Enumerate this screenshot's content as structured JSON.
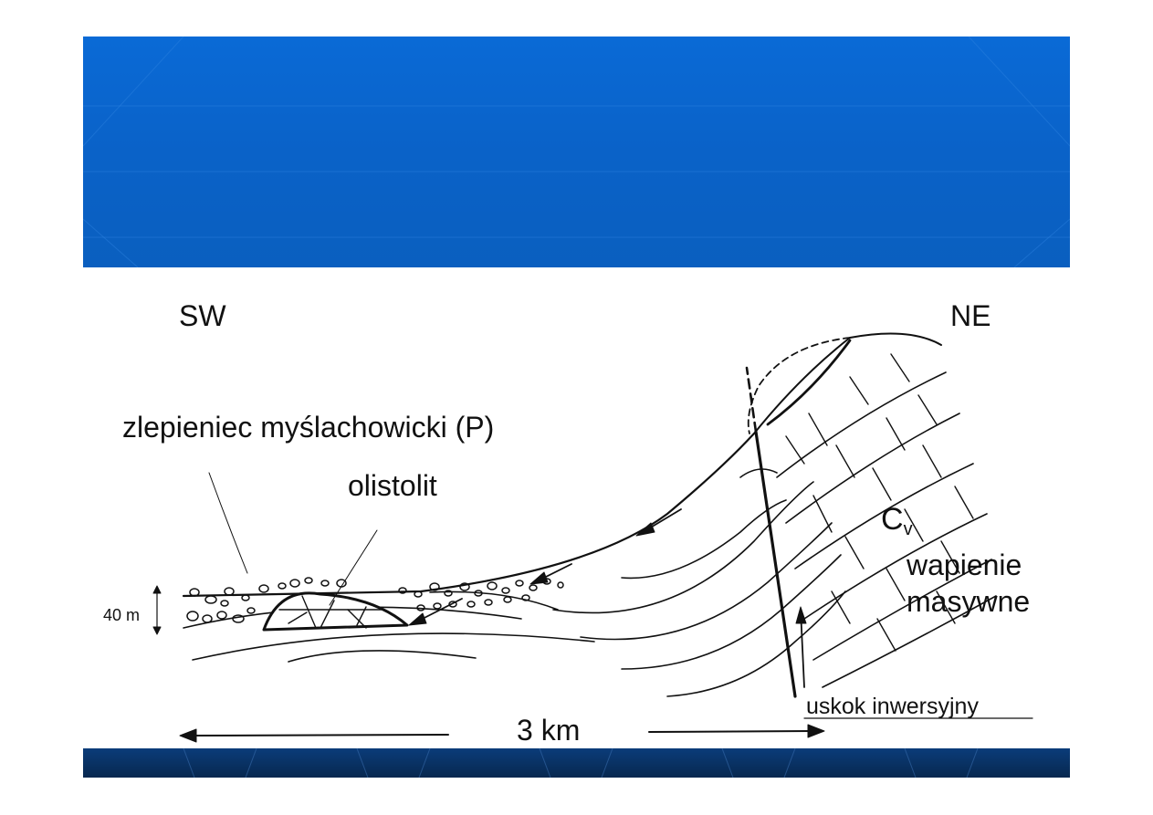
{
  "colors": {
    "header_band": "#0a66cf",
    "footer_band": "#082f60",
    "ink": "#111111"
  },
  "diagram": {
    "direction_left": "SW",
    "direction_right": "NE",
    "label_conglomerate": "zlepieniec myślachowicki (P)",
    "label_olistolith": "olistolit",
    "label_unit_symbol": "C",
    "label_unit_subscript": "v",
    "label_limestone_line1": "wapienie",
    "label_limestone_line2": "masywne",
    "label_fault": "uskok inwersyjny",
    "label_thickness": "40 m",
    "label_scale": "3 km"
  }
}
